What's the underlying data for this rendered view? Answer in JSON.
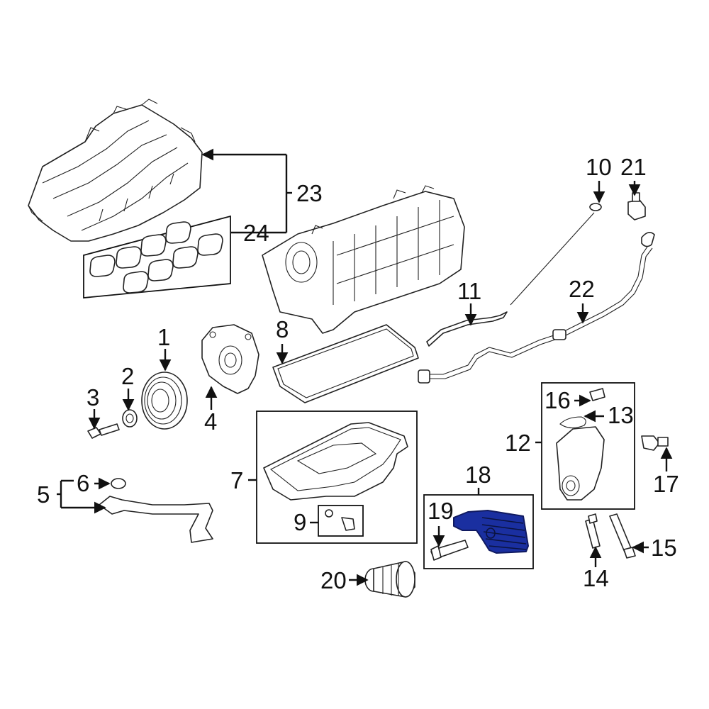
{
  "callouts": {
    "c1": "1",
    "c2": "2",
    "c3": "3",
    "c4": "4",
    "c5": "5",
    "c6": "6",
    "c7": "7",
    "c8": "8",
    "c9": "9",
    "c10": "10",
    "c11": "11",
    "c12": "12",
    "c13": "13",
    "c14": "14",
    "c15": "15",
    "c16": "16",
    "c17": "17",
    "c18": "18",
    "c19": "19",
    "c20": "20",
    "c21": "21",
    "c22": "22",
    "c23": "23",
    "c24": "24"
  },
  "colors": {
    "highlight_fill": "#1a2fa0",
    "highlight_stroke": "#101a60",
    "line": "#111111"
  }
}
